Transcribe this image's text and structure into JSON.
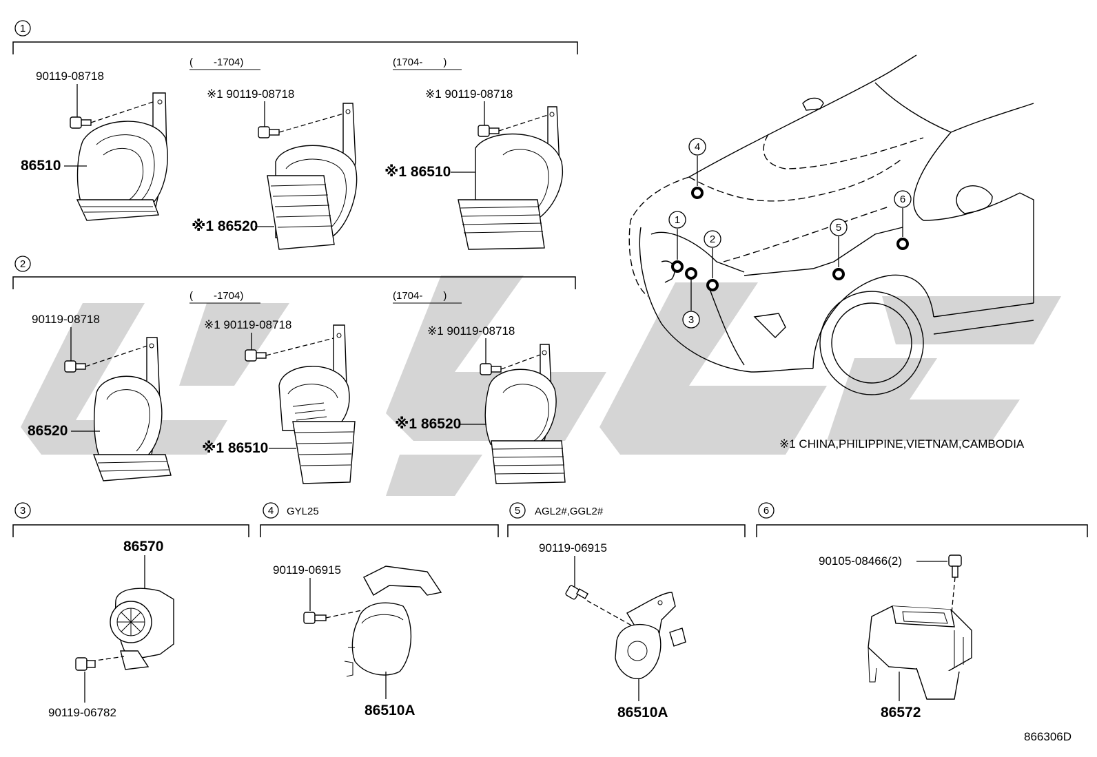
{
  "diagram": {
    "sections": [
      {
        "id": "1",
        "label": "1",
        "condition": ""
      },
      {
        "id": "2",
        "label": "2",
        "condition": ""
      },
      {
        "id": "3",
        "label": "3",
        "condition": ""
      },
      {
        "id": "4",
        "label": "4",
        "condition": "GYL25"
      },
      {
        "id": "5",
        "label": "5",
        "condition": "AGL2#,GGL2#"
      },
      {
        "id": "6",
        "label": "6",
        "condition": ""
      }
    ],
    "date_ranges": {
      "before": "(　　-1704)",
      "after": "(1704-　　)"
    },
    "parts": {
      "bolt_08718": "90119-08718",
      "bolt_08718_marked": "※1 90119-08718",
      "horn_86510": "86510",
      "horn_86520": "86520",
      "horn_86510_marked": "※1 86510",
      "horn_86520_marked": "※1 86520",
      "horn_86570": "86570",
      "bolt_06782": "90119-06782",
      "bolt_06915": "90119-06915",
      "horn_86510A": "86510A",
      "bolt_08466": "90105-08466(2)",
      "horn_86572": "86572"
    },
    "location_markers": [
      "1",
      "2",
      "3",
      "4",
      "5",
      "6"
    ],
    "footnote": "※1 CHINA,PHILIPPINE,VIETNAM,CAMBODIA",
    "diagram_code": "866306D"
  }
}
